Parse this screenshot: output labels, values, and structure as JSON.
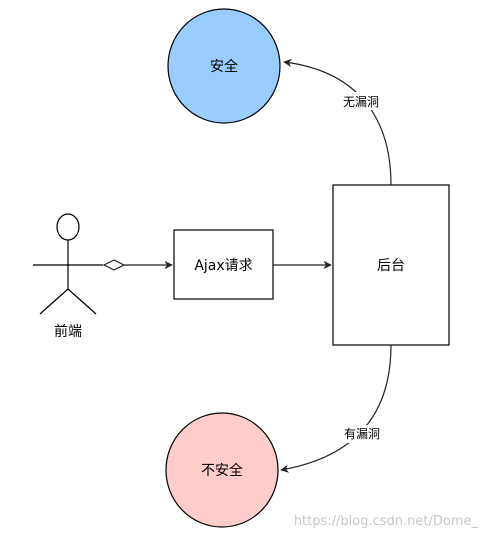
{
  "nodes": {
    "safe": {
      "label": "安全",
      "fill": "#99ccff"
    },
    "unsafe": {
      "label": "不安全",
      "fill": "#ffcccc"
    },
    "ajax": {
      "label": "Ajax请求"
    },
    "backend": {
      "label": "后台"
    },
    "frontend_actor": {
      "label": "前端"
    }
  },
  "edges": {
    "no_vuln": {
      "label": "无漏洞"
    },
    "has_vuln": {
      "label": "有漏洞"
    }
  },
  "watermark": "https://blog.csdn.net/Dome_"
}
